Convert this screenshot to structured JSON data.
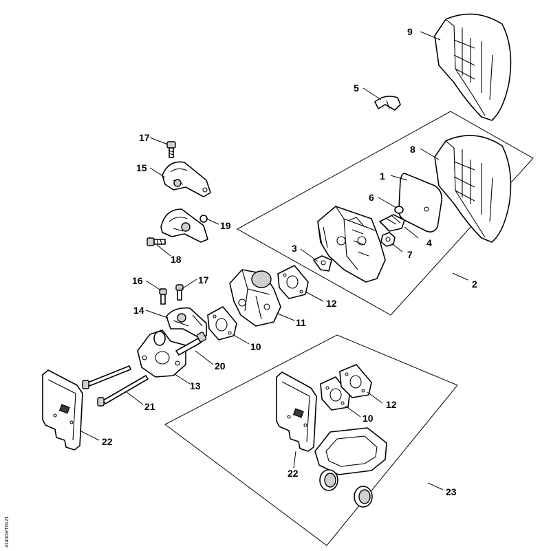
{
  "callouts": [
    {
      "id": "1"
    },
    {
      "id": "2"
    },
    {
      "id": "3"
    },
    {
      "id": "4"
    },
    {
      "id": "5"
    },
    {
      "id": "6"
    },
    {
      "id": "7"
    },
    {
      "id": "8"
    },
    {
      "id": "9"
    },
    {
      "id": "10"
    },
    {
      "id": "10"
    },
    {
      "id": "11"
    },
    {
      "id": "12"
    },
    {
      "id": "12"
    },
    {
      "id": "13"
    },
    {
      "id": "14"
    },
    {
      "id": "15"
    },
    {
      "id": "16"
    },
    {
      "id": "17"
    },
    {
      "id": "17"
    },
    {
      "id": "18"
    },
    {
      "id": "19"
    },
    {
      "id": "20"
    },
    {
      "id": "21"
    },
    {
      "id": "22"
    },
    {
      "id": "22"
    },
    {
      "id": "23"
    }
  ],
  "image_code": "4140GET0121"
}
